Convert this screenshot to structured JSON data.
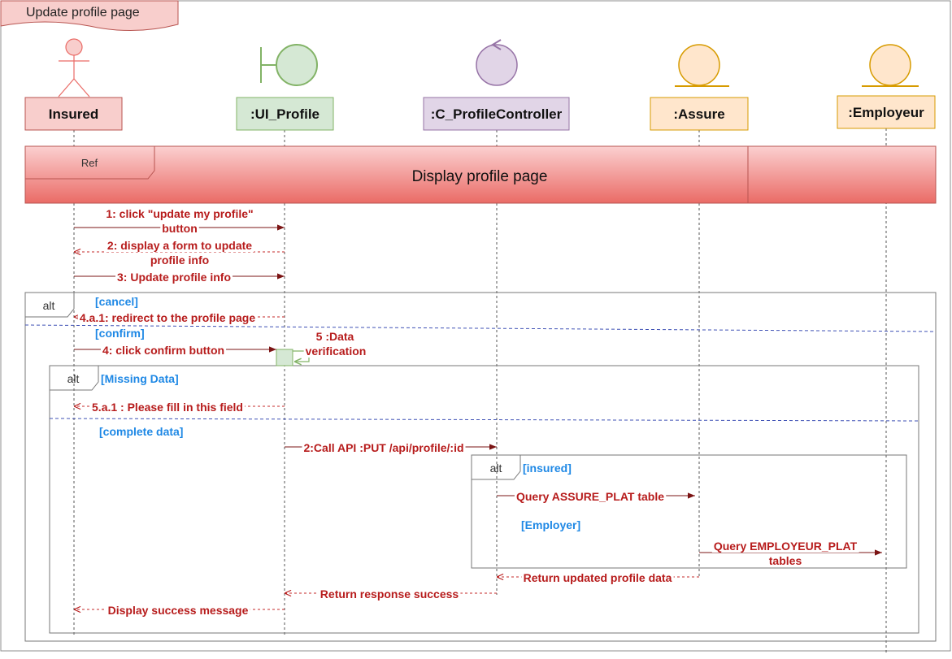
{
  "diagram": {
    "title": "Update profile page",
    "participants": [
      {
        "id": "insured",
        "label": "Insured"
      },
      {
        "id": "ui",
        "label": ":UI_Profile"
      },
      {
        "id": "ctrl",
        "label": ":C_ProfileController"
      },
      {
        "id": "assure",
        "label": ":Assure"
      },
      {
        "id": "employeur",
        "label": ":Employeur"
      }
    ],
    "ref": {
      "tag": "Ref",
      "text": "Display profile page"
    },
    "frames": {
      "outer_alt": "alt",
      "inner_alt": "alt",
      "api_alt": "alt"
    },
    "guards": {
      "cancel": "[cancel]",
      "confirm": "[confirm]",
      "missing": "[Missing Data]",
      "complete": "[complete data]",
      "insured": "[insured]",
      "employer": "[Employer]"
    },
    "messages": [
      {
        "id": "m1",
        "lines": [
          "1: click \"update my profile\"",
          "button"
        ]
      },
      {
        "id": "m2",
        "lines": [
          "2: display a form to update",
          "profile info"
        ]
      },
      {
        "id": "m3",
        "lines": [
          "3: Update profile info"
        ]
      },
      {
        "id": "m4a1",
        "lines": [
          "4.a.1: redirect to the profile page"
        ]
      },
      {
        "id": "m4",
        "lines": [
          "4: click confirm button"
        ]
      },
      {
        "id": "m5",
        "lines": [
          "5 :Data",
          "verification"
        ]
      },
      {
        "id": "m5a1",
        "lines": [
          "5.a.1 : Please fill in this field"
        ]
      },
      {
        "id": "mapi",
        "lines": [
          "2:Call API :PUT /api/profile/:id"
        ]
      },
      {
        "id": "mq1",
        "lines": [
          "Query ASSURE_PLAT table"
        ]
      },
      {
        "id": "mq2",
        "lines": [
          "Query EMPLOYEUR_PLAT",
          "tables"
        ]
      },
      {
        "id": "mret1",
        "lines": [
          "Return updated profile data"
        ]
      },
      {
        "id": "mret2",
        "lines": [
          "Return response success"
        ]
      },
      {
        "id": "mret3",
        "lines": [
          "Display success message"
        ]
      }
    ]
  },
  "colors": {
    "actor": "#f8cecc",
    "actor_border": "#b85450",
    "boundary": "#d5e8d4",
    "boundary_border": "#82b366",
    "control": "#e1d5e7",
    "control_border": "#9673a6",
    "entity": "#ffe6cc",
    "entity_border": "#d79b00",
    "arrow": "#7b1414",
    "divider": "#3f51b5"
  }
}
